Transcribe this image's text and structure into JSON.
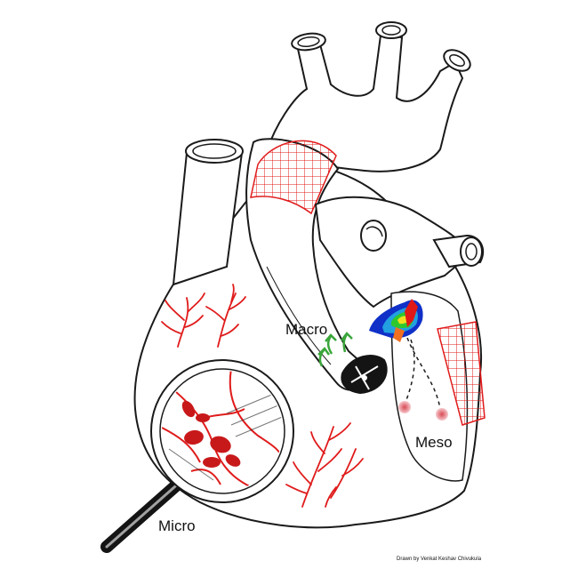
{
  "labels": {
    "macro": "Macro",
    "meso": "Meso",
    "micro": "Micro"
  },
  "credit": "Drawn by Venkat Keshav Chivukula",
  "colors": {
    "outline": "#1a1a1a",
    "vessel_red": "#e01b1b",
    "cell_red": "#c8191a",
    "arrow_green": "#3aa63a",
    "heatmap": [
      "#1030c8",
      "#22a0e0",
      "#2ec82e",
      "#f0e020",
      "#f07020",
      "#e01818"
    ]
  },
  "icons": [
    "magnifying-glass-icon",
    "green-flow-arrow-icon",
    "valve-icon"
  ]
}
